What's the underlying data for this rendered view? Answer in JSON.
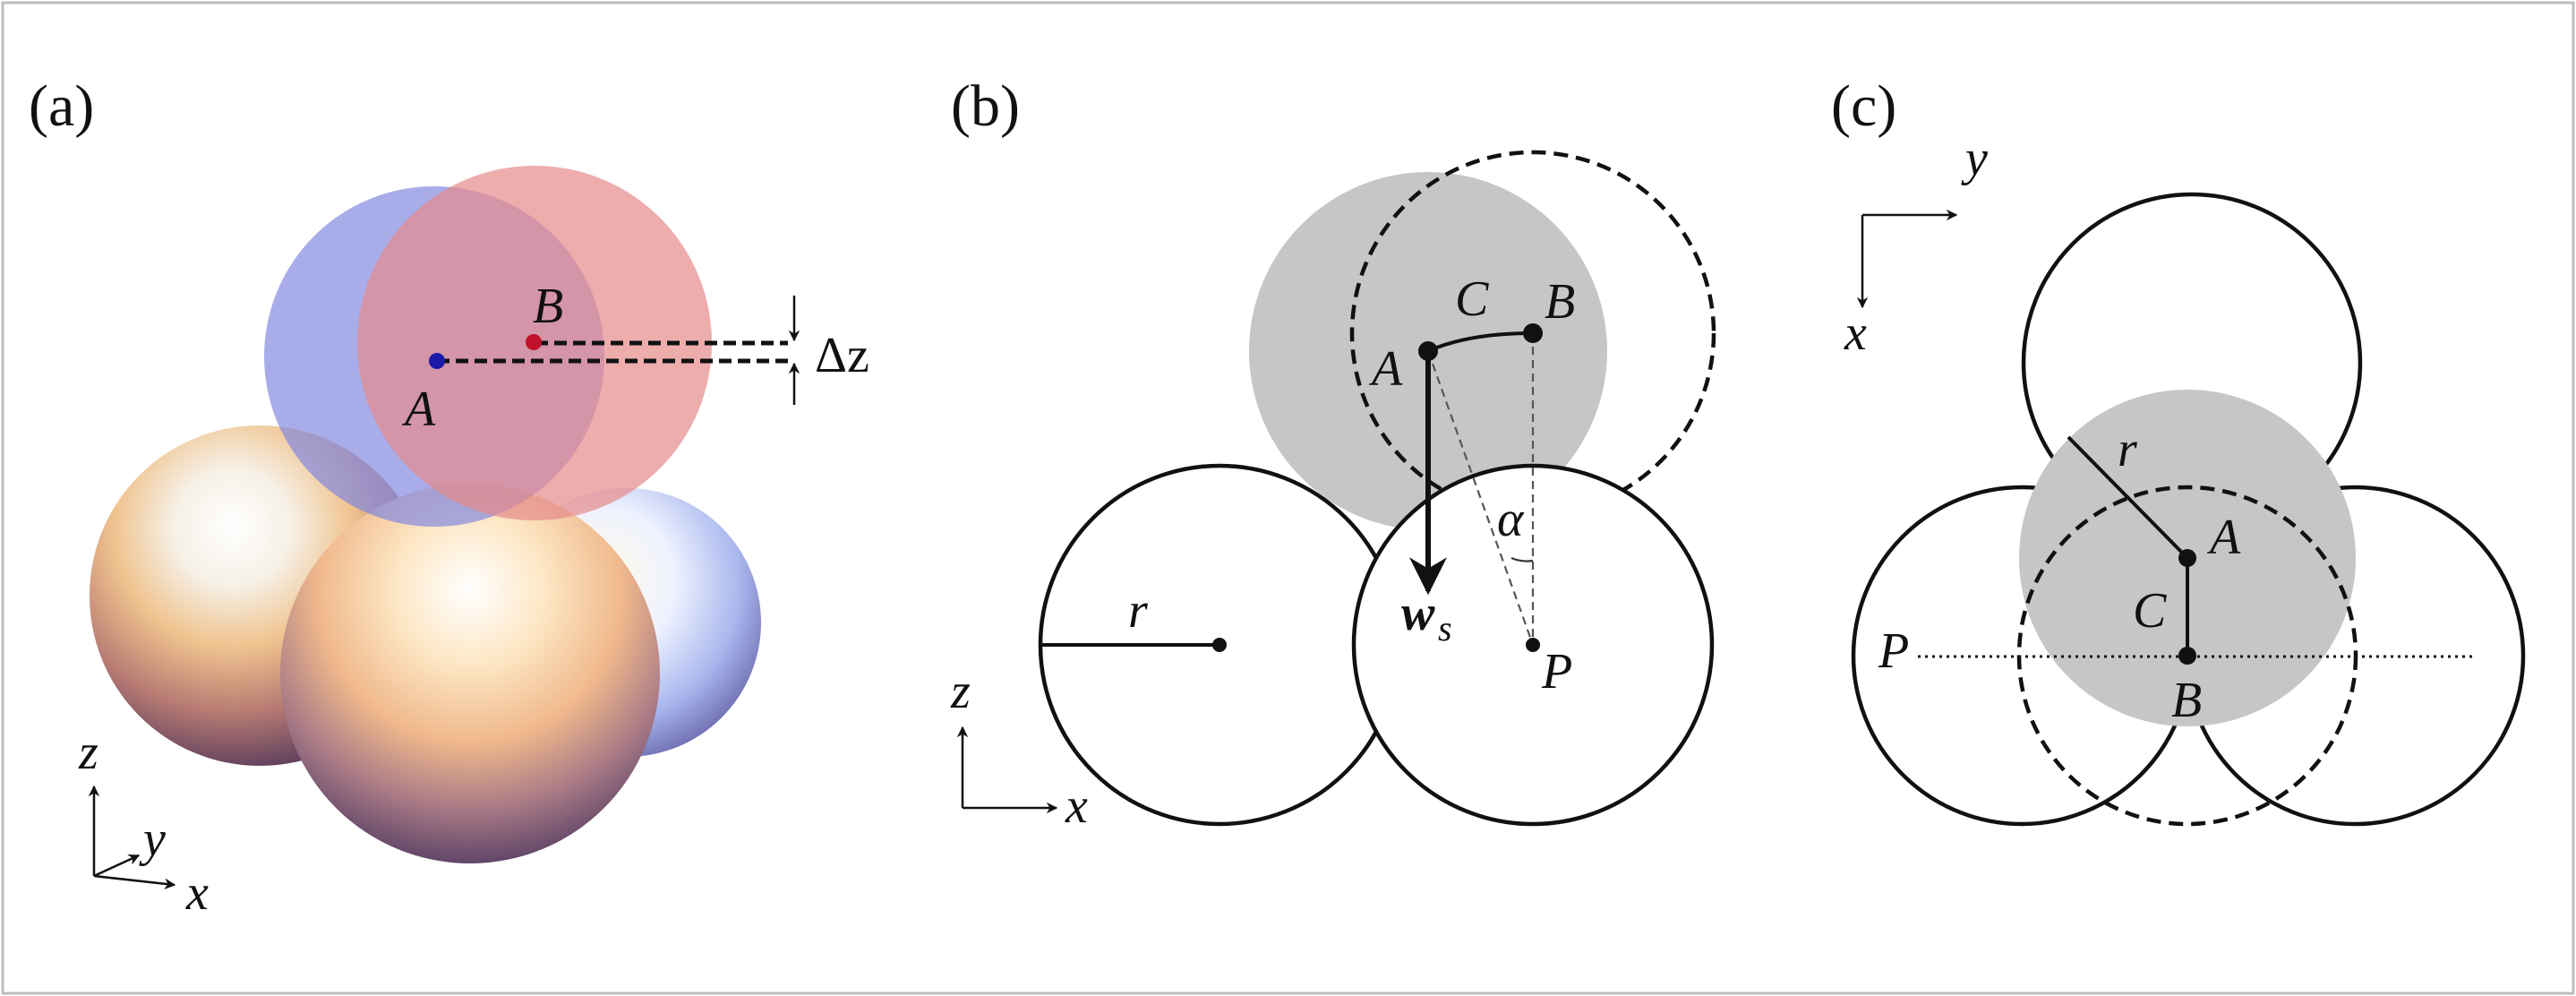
{
  "panels": {
    "a": {
      "label": "(a)",
      "point_A": "A",
      "point_B": "B",
      "delta": "Δz",
      "axis_x": "x",
      "axis_y": "y",
      "axis_z": "z"
    },
    "b": {
      "label": "(b)",
      "point_A": "A",
      "point_B": "B",
      "point_C": "C",
      "point_P": "P",
      "radius": "r",
      "angle": "α",
      "force_main": "w",
      "force_sub": "s",
      "axis_x": "x",
      "axis_z": "z"
    },
    "c": {
      "label": "(c)",
      "point_A": "A",
      "point_B": "B",
      "point_C": "C",
      "point_P": "P",
      "radius": "r",
      "axis_x": "x",
      "axis_y": "y"
    }
  },
  "colors": {
    "frame": "#bdbdbd",
    "line": "#111111",
    "shaded_circle": "#c6c6c6",
    "blue_sphere": "#7f86e0",
    "red_sphere": "#e58a8a",
    "point_A_3d": "#1a1aa8",
    "point_B_3d": "#c0102a"
  }
}
